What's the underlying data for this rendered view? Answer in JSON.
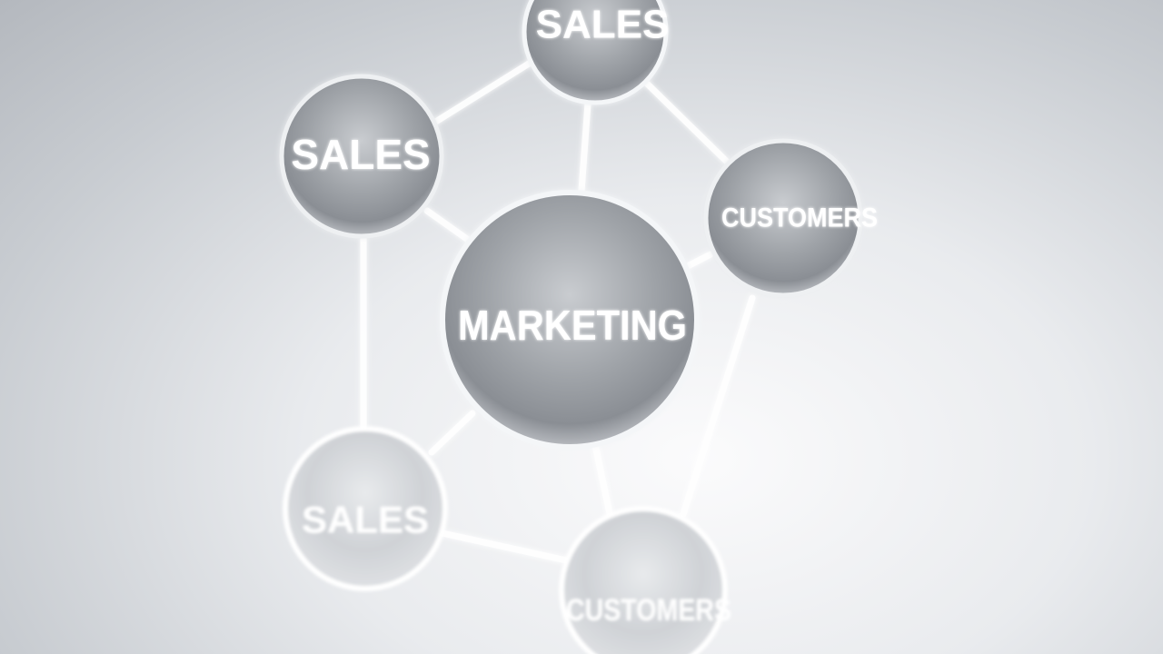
{
  "diagram": {
    "center": {
      "label": "MARKETING"
    },
    "nodes": [
      {
        "label": "SALES"
      },
      {
        "label": "SALES"
      },
      {
        "label": "CUSTOMERS"
      },
      {
        "label": "SALES"
      },
      {
        "label": "CUSTOMERS"
      }
    ]
  }
}
